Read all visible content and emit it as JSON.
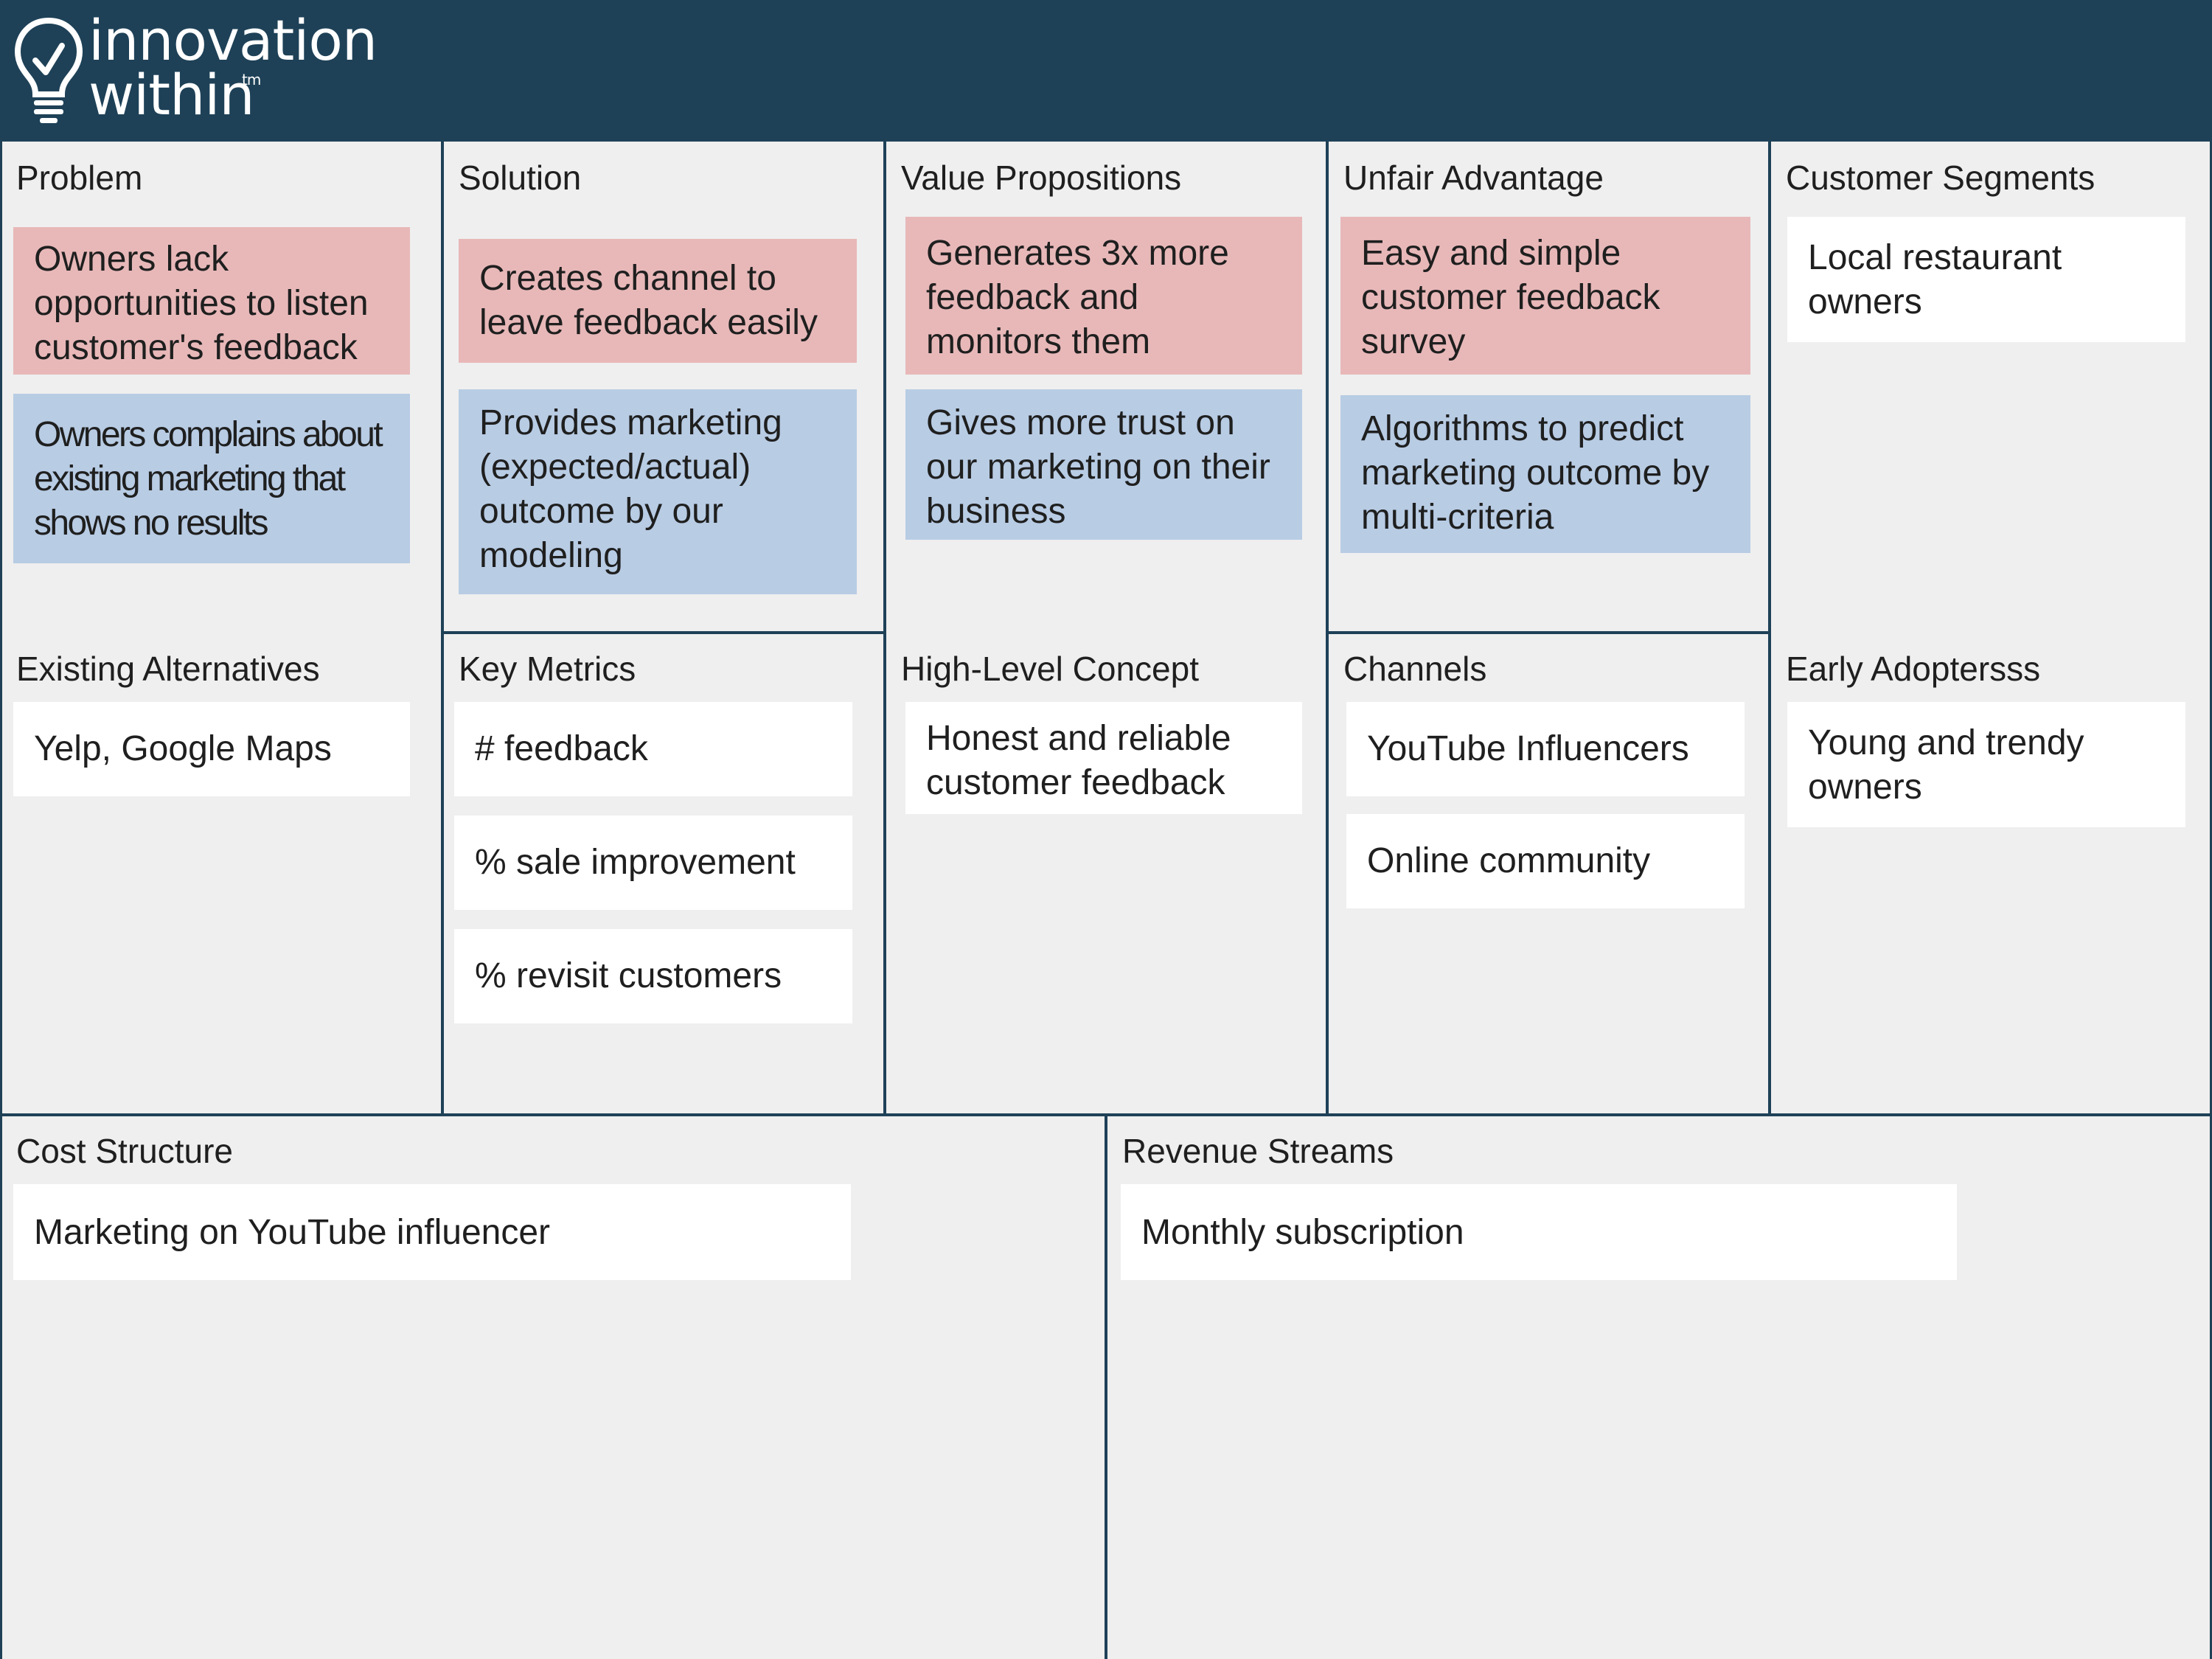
{
  "brand": {
    "line1": "innovation",
    "line2": "within",
    "tm": "tm",
    "icon": "lightbulb-check-icon"
  },
  "colors": {
    "header": "#1e4157",
    "background": "#efefef",
    "note_red": "#e8b8b9",
    "note_blue": "#b8cce4",
    "note_white": "#ffffff"
  },
  "blocks": {
    "problem": {
      "title": "Problem",
      "notes": [
        "Owners lack opportunities to listen customer's feedback",
        "Owners complains about existing marketing that shows no results"
      ]
    },
    "existing_alternatives": {
      "title": "Existing Alternatives",
      "notes": [
        "Yelp, Google Maps"
      ]
    },
    "solution": {
      "title": "Solution",
      "notes": [
        "Creates channel to leave feedback easily",
        "Provides marketing (expected/actual) outcome by our modeling"
      ]
    },
    "key_metrics": {
      "title": "Key Metrics",
      "notes": [
        "# feedback",
        "% sale improvement",
        "% revisit customers"
      ]
    },
    "value_propositions": {
      "title": "Value Propositions",
      "notes": [
        "Generates 3x more feedback and monitors them",
        "Gives more trust on our marketing on their business"
      ]
    },
    "high_level_concept": {
      "title": "High-Level Concept",
      "notes": [
        "Honest and reliable customer feedback"
      ]
    },
    "unfair_advantage": {
      "title": "Unfair Advantage",
      "notes": [
        "Easy and simple customer feedback survey",
        "Algorithms to predict marketing outcome by multi-criteria"
      ]
    },
    "channels": {
      "title": "Channels",
      "notes": [
        "YouTube Influencers",
        "Online community"
      ]
    },
    "customer_segments": {
      "title": "Customer Segments",
      "notes": [
        "Local restaurant owners"
      ]
    },
    "early_adopters": {
      "title": "Early Adoptersss",
      "notes": [
        "Young and trendy owners"
      ]
    },
    "cost_structure": {
      "title": "Cost Structure",
      "notes": [
        "Marketing on YouTube influencer"
      ]
    },
    "revenue_streams": {
      "title": "Revenue Streams",
      "notes": [
        "Monthly subscription"
      ]
    }
  }
}
